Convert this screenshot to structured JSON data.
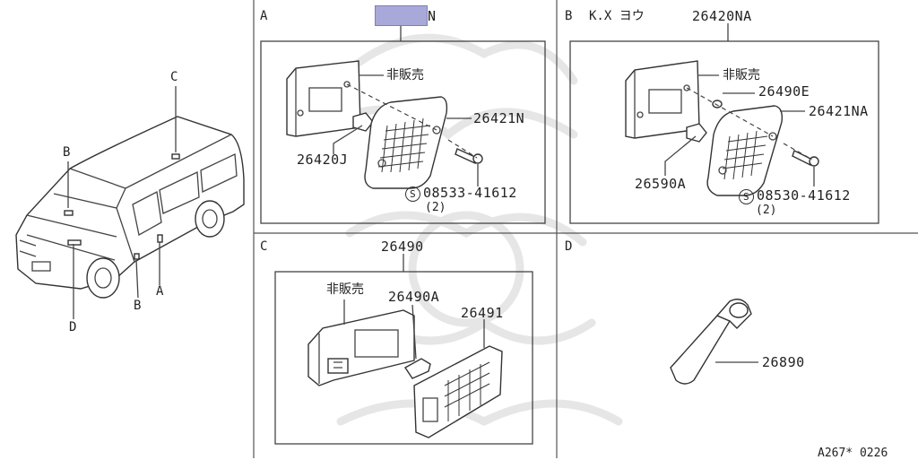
{
  "diagram": {
    "vehicle_callouts": {
      "a": "A",
      "b_roof": "B",
      "b_side": "B",
      "c": "C",
      "d": "D"
    },
    "panel_a": {
      "letter": "A",
      "header_partial": "N",
      "not_sold": "非販売",
      "part_bulb": "26420J",
      "part_lens": "26421N",
      "screw_symbol": "S",
      "screw": "08533-41612",
      "screw_qty": "(2)"
    },
    "panel_b": {
      "letter": "B",
      "variant": "K.X ヨウ",
      "assembly": "26420NA",
      "not_sold": "非販売",
      "part_grommet": "26490E",
      "part_lens": "26421NA",
      "part_bulb": "26590A",
      "screw_symbol": "S",
      "screw": "08530-41612",
      "screw_qty": "(2)"
    },
    "panel_c": {
      "letter": "C",
      "assembly": "26490",
      "not_sold": "非販売",
      "part_bulb": "26490A",
      "part_lens": "26491"
    },
    "panel_d": {
      "letter": "D",
      "part_bulb": "26890"
    },
    "footer_code": "A267* 0226"
  },
  "colors": {
    "line": "#444444",
    "highlight_fill": "#a8a9d8",
    "watermark": "#e6e6e6"
  }
}
